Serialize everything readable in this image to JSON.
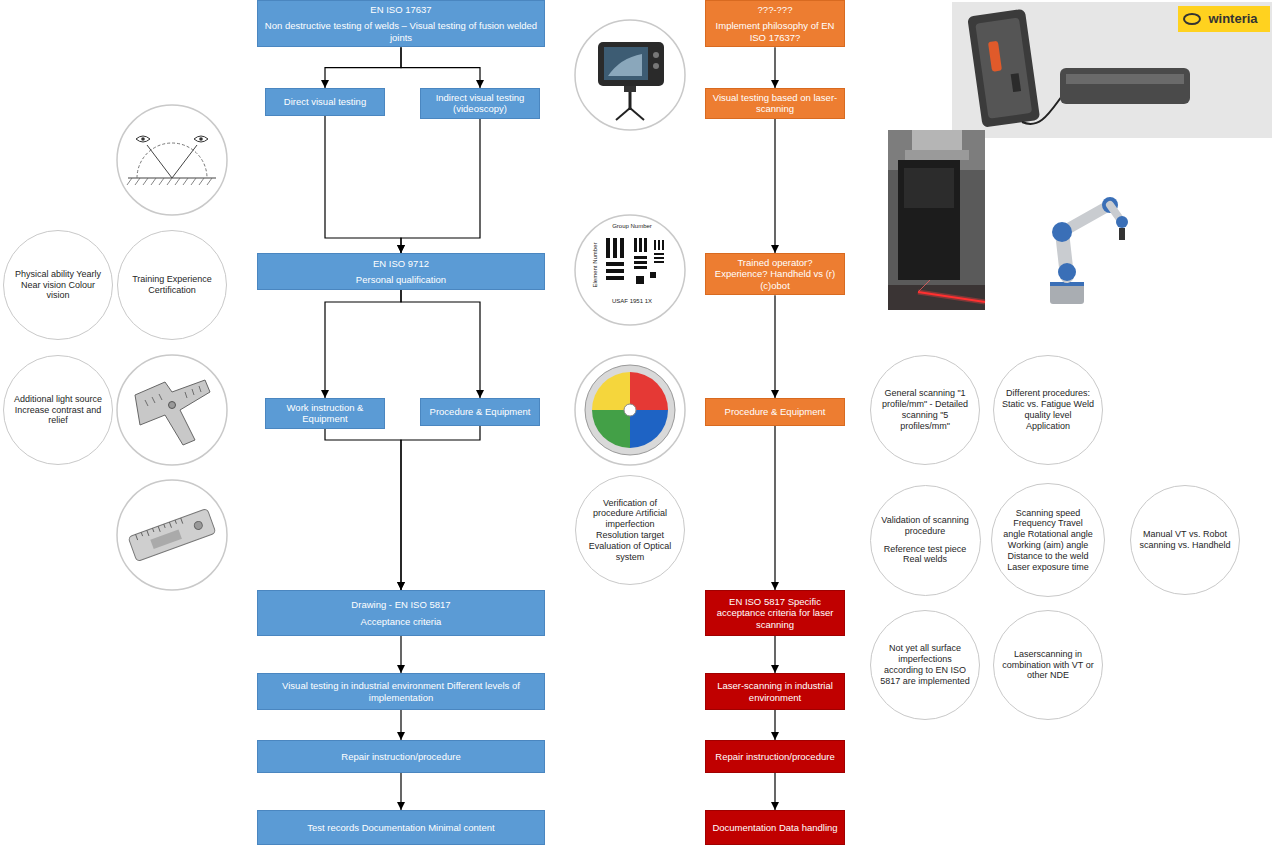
{
  "diagram": {
    "nodes": [
      {
        "text": [
          "EN ISO 17637",
          "Non destructive testing of welds – Visual testing of fusion welded joints"
        ]
      },
      {
        "text": [
          "Direct visual testing"
        ]
      },
      {
        "text": [
          "Indirect visual testing (videoscopy)"
        ]
      },
      {
        "text": [
          "EN ISO 9712",
          "Personal qualification"
        ]
      },
      {
        "text": [
          "Work instruction & Equipment"
        ]
      },
      {
        "text": [
          "Procedure & Equipment"
        ]
      },
      {
        "text": [
          "Drawing - EN ISO 5817",
          "Acceptance criteria"
        ]
      },
      {
        "text": [
          "Visual testing in industrial environment Different levels of implementation"
        ]
      },
      {
        "text": [
          "Repair instruction/procedure"
        ]
      },
      {
        "text": [
          "Test records Documentation Minimal content"
        ]
      },
      {
        "text": [
          "???-???",
          "Implement philosophy of EN ISO 17637?"
        ]
      },
      {
        "text": [
          "Visual testing based on laser-scanning"
        ]
      },
      {
        "text": [
          "Trained operator? Experience? Handheld vs (r)(c)obot"
        ]
      },
      {
        "text": [
          "Procedure & Equipment"
        ]
      },
      {
        "text": [
          "EN ISO 5817 Specific acceptance criteria for laser scanning"
        ]
      },
      {
        "text": [
          "Laser-scanning in industrial environment"
        ]
      },
      {
        "text": [
          "Repair instruction/procedure"
        ]
      },
      {
        "text": [
          "Documentation Data handling"
        ]
      },
      {
        "text": [
          "Physical ability Yearly Near vision Colour vision"
        ]
      },
      {
        "text": [
          "Training Experience Certification"
        ]
      },
      {
        "text": [
          "Additional light source Increase contrast and relief"
        ]
      },
      {
        "text": [
          "Verification of procedure Artificial imperfection Resolution target Evaluation of Optical system"
        ]
      },
      {
        "text": [
          "General scanning \"1 profile/mm\" - Detailed scanning \"5 profiles/mm\""
        ]
      },
      {
        "text": [
          "Different procedures: Static vs. Fatigue Weld quality level Application"
        ]
      },
      {
        "text": [
          "Validation of scanning procedure",
          "Reference test piece Real welds"
        ]
      },
      {
        "text": [
          "Scanning speed Frequency Travel angle Rotational angle Working (aim) angle Distance to the weld Laser exposure time"
        ]
      },
      {
        "text": [
          "Manual VT vs. Robot scanning vs. Handheld"
        ]
      },
      {
        "text": [
          "Not yet all surface imperfections according to EN ISO 5817 are implemented"
        ]
      },
      {
        "text": [
          "Laserscanning in combination with VT or other NDE"
        ]
      }
    ],
    "edges": [
      {
        "from": 0,
        "to": 1,
        "arrow": "to"
      },
      {
        "from": 0,
        "to": 2,
        "arrow": "to"
      },
      {
        "from": 1,
        "to": 3,
        "arrow": "to"
      },
      {
        "from": 2,
        "to": 3,
        "arrow": "to"
      },
      {
        "from": 3,
        "to": 4,
        "arrow": "to"
      },
      {
        "from": 3,
        "to": 5,
        "arrow": "to"
      },
      {
        "from": 4,
        "to": 6,
        "arrow": "to"
      },
      {
        "from": 5,
        "to": 6,
        "arrow": "to"
      },
      {
        "from": 6,
        "to": 7,
        "arrow": "to"
      },
      {
        "from": 7,
        "to": 8,
        "arrow": "to"
      },
      {
        "from": 8,
        "to": 9,
        "arrow": "to"
      },
      {
        "from": 10,
        "to": 11,
        "arrow": "to"
      },
      {
        "from": 11,
        "to": 12,
        "arrow": "to"
      },
      {
        "from": 12,
        "to": 13,
        "arrow": "to"
      },
      {
        "from": 13,
        "to": 14,
        "arrow": "to"
      },
      {
        "from": 14,
        "to": 15,
        "arrow": "to"
      },
      {
        "from": 15,
        "to": 16,
        "arrow": "to"
      },
      {
        "from": 16,
        "to": 17,
        "arrow": "to"
      }
    ],
    "labels": [
      "Group Number",
      "Element Number",
      "USAF 1951 1X",
      "winteria"
    ]
  }
}
